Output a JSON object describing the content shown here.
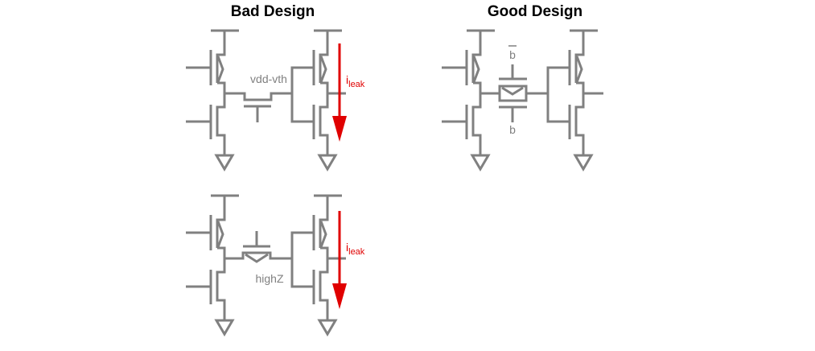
{
  "titles": {
    "bad": "Bad Design",
    "good": "Good Design"
  },
  "labels": {
    "vdd_vth": "vdd-vth",
    "highz": "highZ",
    "b_bar": "b",
    "b": "b",
    "leak_main": "i",
    "leak_sub": "leak"
  },
  "colors": {
    "wire": "#808080",
    "leak_arrow": "#e00000",
    "title": "#000000"
  },
  "circuits": [
    {
      "id": "bad-nmos-pass",
      "panel": "Bad Design",
      "pass_device": "NMOS pass transistor",
      "node_label": "vdd-vth",
      "leak_current": true
    },
    {
      "id": "bad-pmos-pass",
      "panel": "Bad Design",
      "pass_device": "PMOS pass transistor",
      "node_label": "highZ",
      "leak_current": true
    },
    {
      "id": "good-tgate",
      "panel": "Good Design",
      "pass_device": "transmission gate",
      "control_signals": [
        "b",
        "b-bar"
      ],
      "leak_current": false
    }
  ]
}
